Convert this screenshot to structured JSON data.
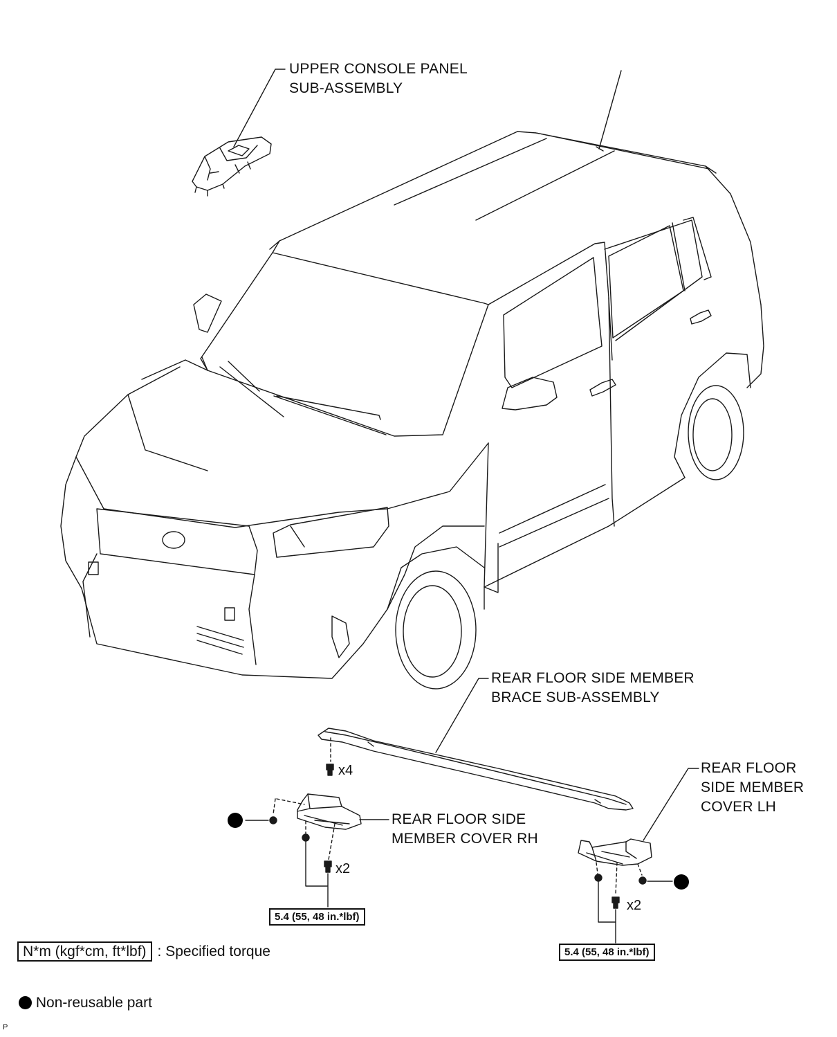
{
  "labels": {
    "upper_console": [
      "UPPER CONSOLE PANEL",
      "SUB-ASSEMBLY"
    ],
    "brace": [
      "REAR FLOOR SIDE MEMBER",
      "BRACE SUB-ASSEMBLY"
    ],
    "cover_rh": [
      "REAR FLOOR SIDE",
      "MEMBER COVER RH"
    ],
    "cover_lh": [
      "REAR FLOOR",
      "SIDE MEMBER",
      "COVER LH"
    ]
  },
  "quantities": {
    "brace_bolts": "x4",
    "rh_bolts": "x2",
    "lh_bolts": "x2"
  },
  "torque": {
    "rh": "5.4 (55, 48 in.*lbf)",
    "lh": "5.4 (55, 48 in.*lbf)"
  },
  "legend": {
    "torque_unit": "N*m (kgf*cm, ft*lbf)",
    "torque_text": ": Specified torque",
    "nonreusable_text": "Non-reusable part"
  },
  "corner_code": "P",
  "icons": [
    "non-reusable-mark-icon",
    "bolt-icon",
    "nut-icon"
  ]
}
